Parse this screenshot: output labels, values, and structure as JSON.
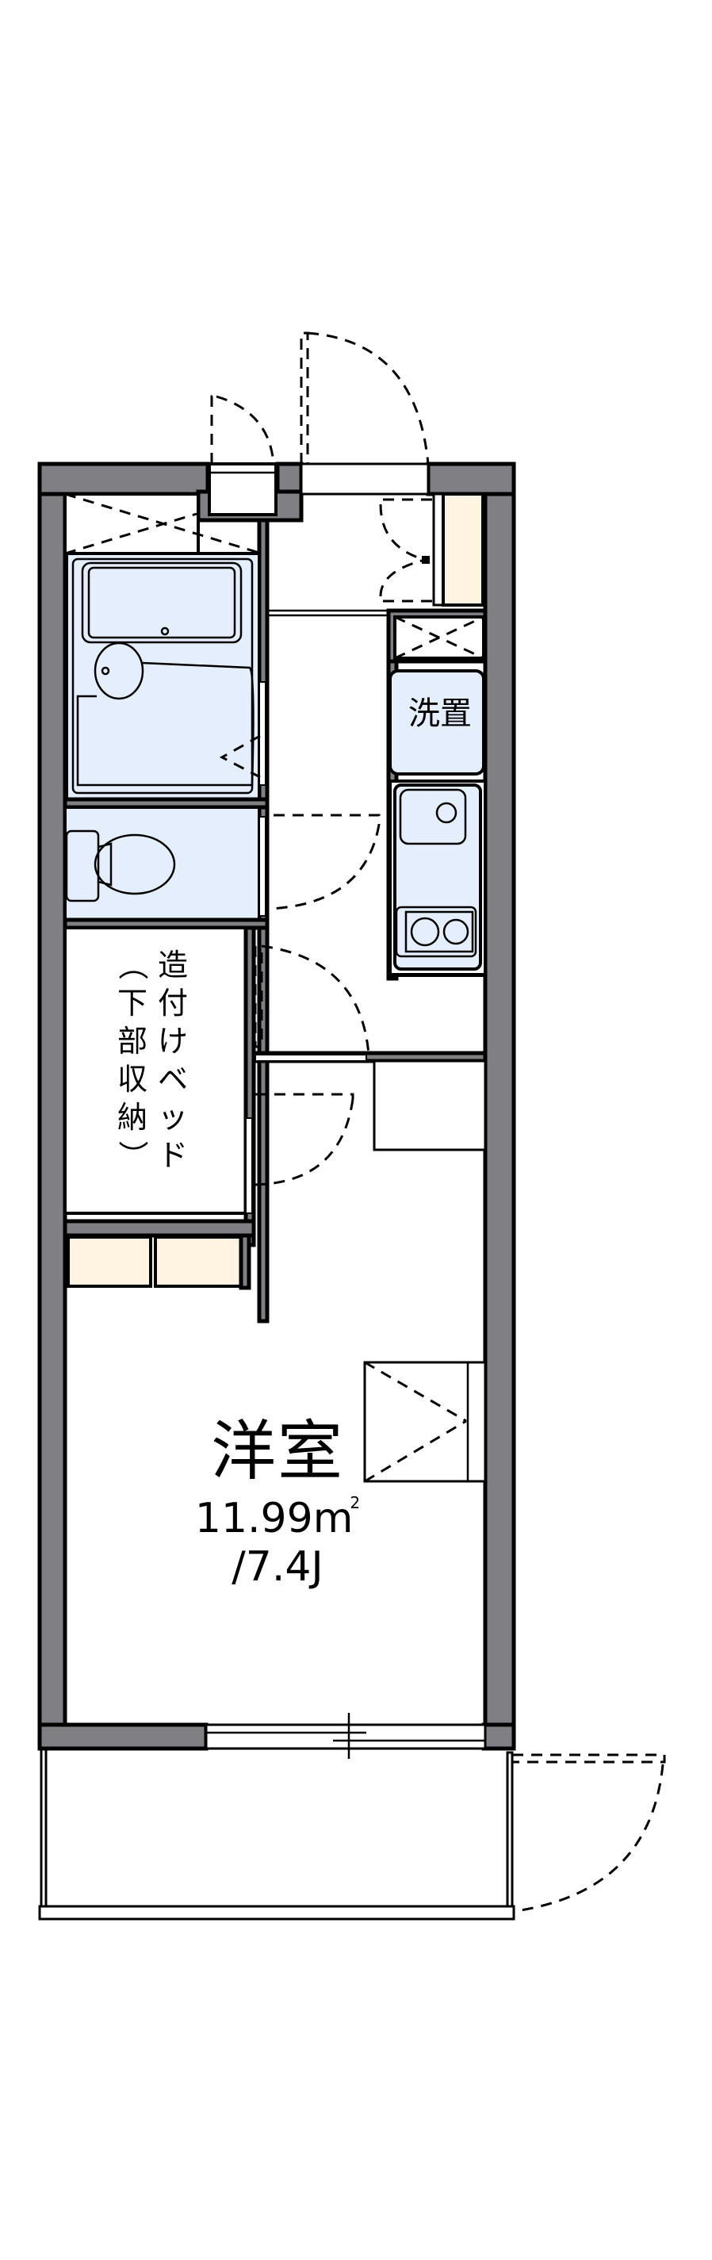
{
  "floor_plan": {
    "main_room": {
      "name": "洋室",
      "area_value": "11.99",
      "area_unit": "m",
      "area_unit_superscript": "2",
      "tatami": "/7.4J"
    },
    "washer_space": {
      "label": "洗置"
    },
    "built_in_bed": {
      "line1": [
        "造",
        "付",
        "け",
        "ベ",
        "ッ",
        "ド"
      ],
      "line2": [
        "（",
        "下",
        "部",
        "収",
        "納",
        "）"
      ]
    },
    "fixtures": [
      {
        "name": "unit-bath",
        "type": "bathtub"
      },
      {
        "name": "toilet",
        "type": "toilet"
      },
      {
        "name": "kitchen-sink",
        "type": "sink"
      },
      {
        "name": "two-burner-stove",
        "type": "stove"
      },
      {
        "name": "shoe-cabinet",
        "type": "storage"
      },
      {
        "name": "closet",
        "type": "storage"
      },
      {
        "name": "balcony",
        "type": "balcony"
      }
    ],
    "colors": {
      "wall": "#807f84",
      "fixture_fill": "#e4eefc",
      "storage_fill": "#fff4e2",
      "line": "#000000",
      "background": "#ffffff"
    }
  }
}
